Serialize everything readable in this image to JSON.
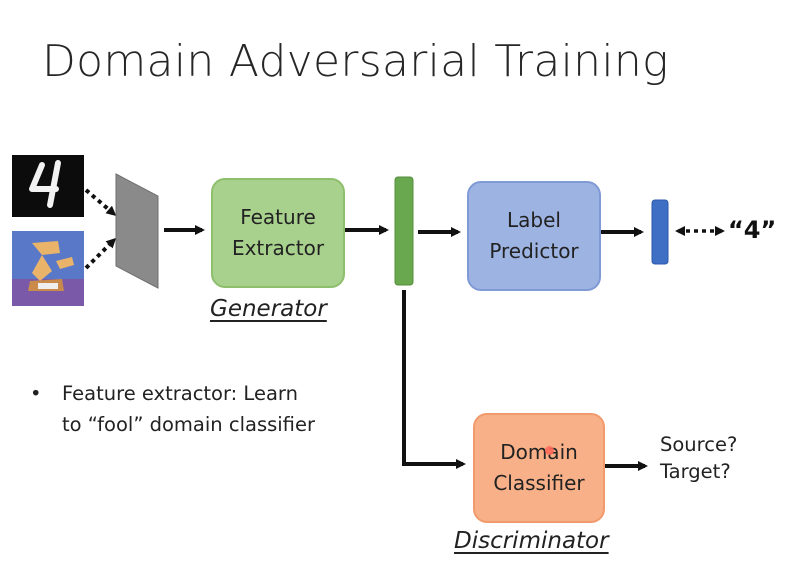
{
  "title": "Domain Adversarial Training",
  "boxes": {
    "feature_extractor": "Feature\nExtractor",
    "label_predictor": "Label\nPredictor",
    "domain_classifier": "Domain\nClassifier"
  },
  "labels": {
    "generator": "Generator",
    "discriminator": "Discriminator",
    "output_label": "“4”",
    "domain_output": "Source?\nTarget?"
  },
  "bullet": {
    "marker": "•",
    "text": "Feature extractor: Learn\nto “fool” domain classifier"
  },
  "colors": {
    "feature_extractor": "#a9d18e",
    "label_predictor": "#9db3e2",
    "domain_classifier": "#f8b088",
    "feature_vector": "#6aa84f",
    "label_vector": "#3f6fc5",
    "input_plane": "#8a8a8a"
  }
}
